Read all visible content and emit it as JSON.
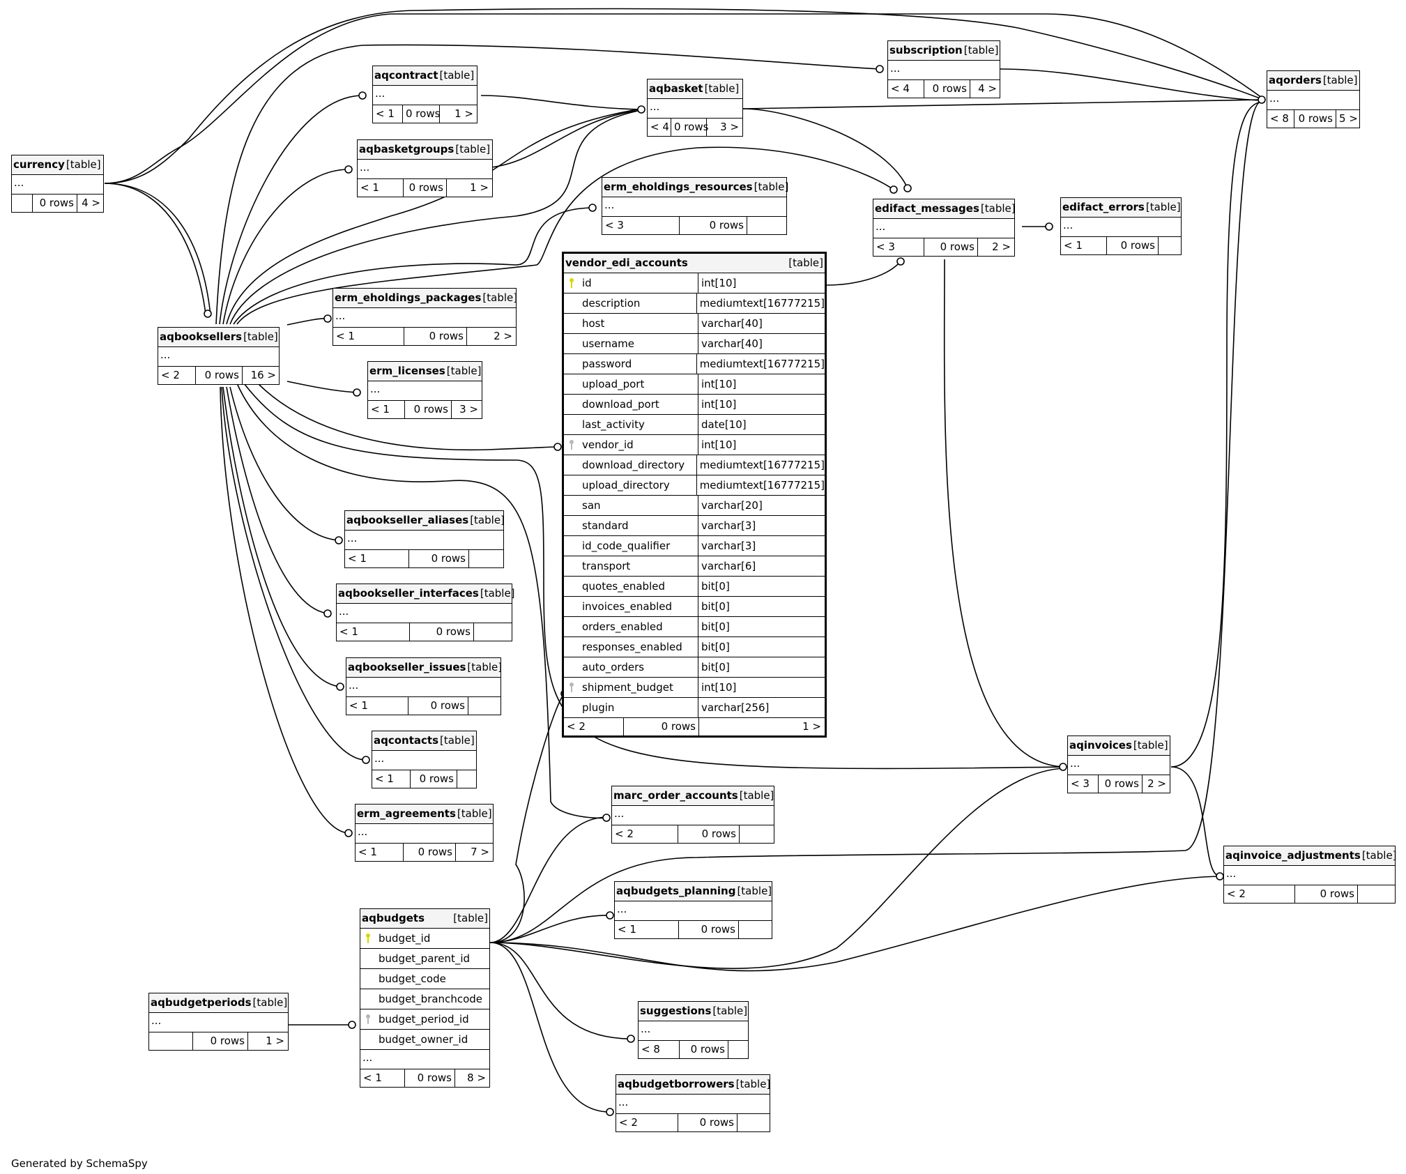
{
  "type_label": "[table]",
  "footer": "Generated by SchemaSpy",
  "tables": {
    "currency": {
      "name": "currency",
      "ellipsis": "...",
      "parents": "",
      "rows": "0 rows",
      "children": "4 >"
    },
    "aqbooksellers": {
      "name": "aqbooksellers",
      "ellipsis": "...",
      "parents": "< 2",
      "rows": "0 rows",
      "children": "16 >"
    },
    "aqcontract": {
      "name": "aqcontract",
      "ellipsis": "...",
      "parents": "< 1",
      "rows": "0 rows",
      "children": "1 >"
    },
    "aqbasketgroups": {
      "name": "aqbasketgroups",
      "ellipsis": "...",
      "parents": "< 1",
      "rows": "0 rows",
      "children": "1 >"
    },
    "aqbasket": {
      "name": "aqbasket",
      "ellipsis": "...",
      "parents": "< 4",
      "rows": "0 rows",
      "children": "3 >"
    },
    "subscription": {
      "name": "subscription",
      "ellipsis": "...",
      "parents": "< 4",
      "rows": "0 rows",
      "children": "4 >"
    },
    "aqorders": {
      "name": "aqorders",
      "ellipsis": "...",
      "parents": "< 8",
      "rows": "0 rows",
      "children": "5 >"
    },
    "erm_eholdings_resources": {
      "name": "erm_eholdings_resources",
      "ellipsis": "...",
      "parents": "< 3",
      "rows": "0 rows",
      "children": ""
    },
    "edifact_messages": {
      "name": "edifact_messages",
      "ellipsis": "...",
      "parents": "< 3",
      "rows": "0 rows",
      "children": "2 >"
    },
    "edifact_errors": {
      "name": "edifact_errors",
      "ellipsis": "...",
      "parents": "< 1",
      "rows": "0 rows",
      "children": ""
    },
    "erm_eholdings_packages": {
      "name": "erm_eholdings_packages",
      "ellipsis": "...",
      "parents": "< 1",
      "rows": "0 rows",
      "children": "2 >"
    },
    "erm_licenses": {
      "name": "erm_licenses",
      "ellipsis": "...",
      "parents": "< 1",
      "rows": "0 rows",
      "children": "3 >"
    },
    "aqbookseller_aliases": {
      "name": "aqbookseller_aliases",
      "ellipsis": "...",
      "parents": "< 1",
      "rows": "0 rows",
      "children": ""
    },
    "aqbookseller_interfaces": {
      "name": "aqbookseller_interfaces",
      "ellipsis": "...",
      "parents": "< 1",
      "rows": "0 rows",
      "children": ""
    },
    "aqbookseller_issues": {
      "name": "aqbookseller_issues",
      "ellipsis": "...",
      "parents": "< 1",
      "rows": "0 rows",
      "children": ""
    },
    "aqcontacts": {
      "name": "aqcontacts",
      "ellipsis": "...",
      "parents": "< 1",
      "rows": "0 rows",
      "children": ""
    },
    "erm_agreements": {
      "name": "erm_agreements",
      "ellipsis": "...",
      "parents": "< 1",
      "rows": "0 rows",
      "children": "7 >"
    },
    "aqinvoices": {
      "name": "aqinvoices",
      "ellipsis": "...",
      "parents": "< 3",
      "rows": "0 rows",
      "children": "2 >"
    },
    "aqinvoice_adjustments": {
      "name": "aqinvoice_adjustments",
      "ellipsis": "...",
      "parents": "< 2",
      "rows": "0 rows",
      "children": ""
    },
    "marc_order_accounts": {
      "name": "marc_order_accounts",
      "ellipsis": "...",
      "parents": "< 2",
      "rows": "0 rows",
      "children": ""
    },
    "aqbudgets_planning": {
      "name": "aqbudgets_planning",
      "ellipsis": "...",
      "parents": "< 1",
      "rows": "0 rows",
      "children": ""
    },
    "suggestions": {
      "name": "suggestions",
      "ellipsis": "...",
      "parents": "< 8",
      "rows": "0 rows",
      "children": ""
    },
    "aqbudgetborrowers": {
      "name": "aqbudgetborrowers",
      "ellipsis": "...",
      "parents": "< 2",
      "rows": "0 rows",
      "children": ""
    },
    "aqbudgetperiods": {
      "name": "aqbudgetperiods",
      "ellipsis": "...",
      "parents": "",
      "rows": "0 rows",
      "children": "1 >"
    },
    "aqbudgets": {
      "name": "aqbudgets",
      "ellipsis": "...",
      "parents": "< 1",
      "rows": "0 rows",
      "children": "8 >",
      "columns": [
        {
          "name": "budget_id",
          "key": "pk"
        },
        {
          "name": "budget_parent_id",
          "key": ""
        },
        {
          "name": "budget_code",
          "key": ""
        },
        {
          "name": "budget_branchcode",
          "key": ""
        },
        {
          "name": "budget_period_id",
          "key": "fk"
        },
        {
          "name": "budget_owner_id",
          "key": ""
        }
      ]
    },
    "vendor_edi_accounts": {
      "name": "vendor_edi_accounts",
      "parents": "< 2",
      "rows": "0 rows",
      "children": "1 >",
      "columns": [
        {
          "name": "id",
          "type": "int[10]",
          "key": "pk"
        },
        {
          "name": "description",
          "type": "mediumtext[16777215]",
          "key": ""
        },
        {
          "name": "host",
          "type": "varchar[40]",
          "key": ""
        },
        {
          "name": "username",
          "type": "varchar[40]",
          "key": ""
        },
        {
          "name": "password",
          "type": "mediumtext[16777215]",
          "key": ""
        },
        {
          "name": "upload_port",
          "type": "int[10]",
          "key": ""
        },
        {
          "name": "download_port",
          "type": "int[10]",
          "key": ""
        },
        {
          "name": "last_activity",
          "type": "date[10]",
          "key": ""
        },
        {
          "name": "vendor_id",
          "type": "int[10]",
          "key": "fk"
        },
        {
          "name": "download_directory",
          "type": "mediumtext[16777215]",
          "key": ""
        },
        {
          "name": "upload_directory",
          "type": "mediumtext[16777215]",
          "key": ""
        },
        {
          "name": "san",
          "type": "varchar[20]",
          "key": ""
        },
        {
          "name": "standard",
          "type": "varchar[3]",
          "key": ""
        },
        {
          "name": "id_code_qualifier",
          "type": "varchar[3]",
          "key": ""
        },
        {
          "name": "transport",
          "type": "varchar[6]",
          "key": ""
        },
        {
          "name": "quotes_enabled",
          "type": "bit[0]",
          "key": ""
        },
        {
          "name": "invoices_enabled",
          "type": "bit[0]",
          "key": ""
        },
        {
          "name": "orders_enabled",
          "type": "bit[0]",
          "key": ""
        },
        {
          "name": "responses_enabled",
          "type": "bit[0]",
          "key": ""
        },
        {
          "name": "auto_orders",
          "type": "bit[0]",
          "key": ""
        },
        {
          "name": "shipment_budget",
          "type": "int[10]",
          "key": "fk"
        },
        {
          "name": "plugin",
          "type": "varchar[256]",
          "key": ""
        }
      ]
    }
  }
}
